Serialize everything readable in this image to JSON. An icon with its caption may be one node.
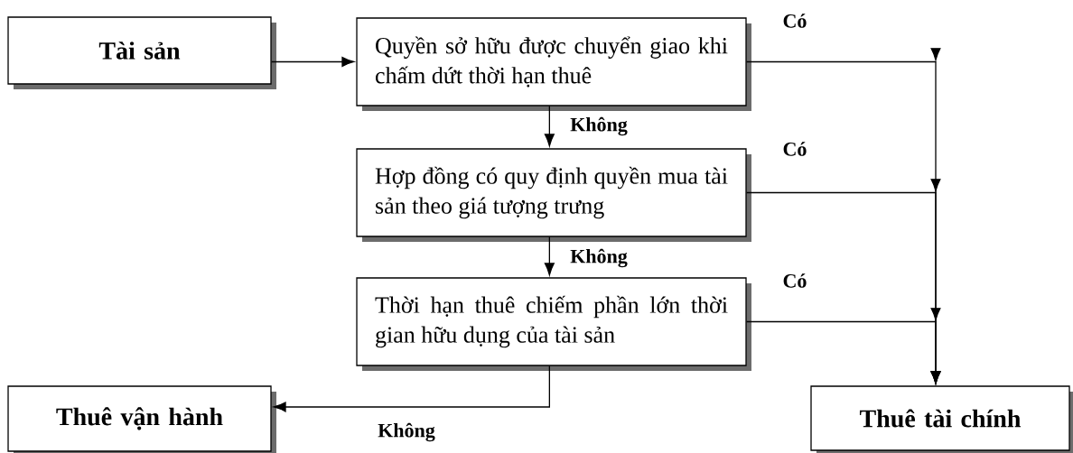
{
  "diagram": {
    "nodes": [
      {
        "text": [
          "Tài sản"
        ]
      },
      {
        "text": [
          "Quyền sở hữu được chuyển giao khi chấm dứt thời hạn thuê"
        ]
      },
      {
        "text": [
          "Hợp đồng có quy định quyền mua tài sản theo giá tượng trưng"
        ]
      },
      {
        "text": [
          "Thời hạn thuê chiếm phần lớn thời gian hữu dụng của tài sản"
        ]
      },
      {
        "text": [
          "Thuê vận hành"
        ]
      },
      {
        "text": [
          "Thuê tài chính"
        ]
      }
    ],
    "edges": [
      {
        "from": 0,
        "to": 1,
        "arrow": "to"
      },
      {
        "from": 1,
        "to": 2,
        "arrow": "to",
        "label": "Không"
      },
      {
        "from": 2,
        "to": 3,
        "arrow": "to",
        "label": "Không"
      },
      {
        "from": 3,
        "to": 4,
        "arrow": "to",
        "label": "Không"
      },
      {
        "from": 1,
        "to": 5,
        "arrow": "to",
        "label": "Có"
      },
      {
        "from": 2,
        "to": 5,
        "arrow": "to",
        "label": "Có"
      },
      {
        "from": 3,
        "to": 5,
        "arrow": "to",
        "label": "Có"
      }
    ]
  }
}
